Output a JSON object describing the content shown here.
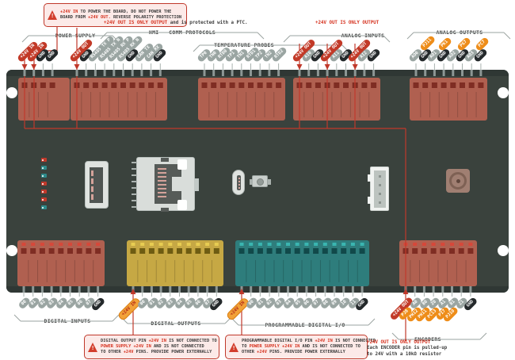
{
  "colors": {
    "pill_red": "#c23a28",
    "pill_dark": "#24292b",
    "pill_gray": "#9aa5a2",
    "pill_orange": "#ee8d19",
    "pill_orange_in_bg": "#f2a238",
    "pill_orange_in_text": "#b32a18",
    "board": "#3a423d",
    "board_edge": "#2f3734",
    "trace_red": "#c0392b",
    "led_red": "#c0392b",
    "led_teal": "#2e8b8b",
    "blocks": {
      "salmon": {
        "body": "#b06050",
        "sq": "#7f2d23",
        "mini": "#d6483a"
      },
      "yellow": {
        "body": "#c6a844",
        "sq": "#6e5c12",
        "mini": "#e7cc52"
      },
      "teal": {
        "body": "#2e7d7c",
        "sq": "#11494a",
        "mini": "#3ab5b0"
      }
    }
  },
  "leds": [
    "red",
    "teal",
    "teal",
    "red",
    "red",
    "red",
    "teal"
  ],
  "notes": {
    "power_warning": {
      "lines": [
        [
          {
            "t": "+24V IN",
            "r": 1
          },
          {
            "t": " TO POWER THE BOARD, DO NOT POWER THE"
          }
        ],
        [
          {
            "t": "BOARD FROM "
          },
          {
            "t": "+24V OUT.",
            "r": 1
          },
          {
            "t": " REVERSE POLARITY PROTECTION"
          }
        ]
      ]
    },
    "ptc_note": {
      "lines": [
        [
          {
            "t": "+24V OUT IS ONLY OUTPUT",
            "r": 1
          },
          {
            "t": " and is protected with a PTC."
          }
        ]
      ]
    },
    "ai_note": {
      "lines": [
        [
          {
            "t": "+24V OUT IS ONLY OUTPUT",
            "r": 1
          }
        ]
      ]
    },
    "do_warning": {
      "lines": [
        [
          {
            "t": "DIGITAL OUTPUT PIN "
          },
          {
            "t": "+24V IN",
            "r": 1
          },
          {
            "t": " IS NOT CONNECTED TO"
          }
        ],
        [
          {
            "t": "POWER SUPPLY +24V IN",
            "r": 1
          },
          {
            "t": " AND IS NOT CONNECTED"
          }
        ],
        [
          {
            "t": "TO OTHER "
          },
          {
            "t": "+24V",
            "r": 1
          },
          {
            "t": " PINS. PROVIDE POWER EXTERNALLY"
          }
        ]
      ]
    },
    "prog_warning": {
      "lines": [
        [
          {
            "t": "PROGRAMMABLE DIGITAL I/O PIN "
          },
          {
            "t": "+24V IN",
            "r": 1
          },
          {
            "t": " IS NOT CONNECTED"
          }
        ],
        [
          {
            "t": "TO "
          },
          {
            "t": "POWER SUPPLY +24V IN",
            "r": 1
          },
          {
            "t": " AND IS NOT CONNECTED TO"
          }
        ],
        [
          {
            "t": "OTHER "
          },
          {
            "t": "+24V",
            "r": 1
          },
          {
            "t": " PINS. PROVIDE POWER EXTERNALLY"
          }
        ]
      ]
    },
    "encoder_note": {
      "lines": [
        [
          {
            "t": "+24V OUT IS ONLY OUTPUT",
            "r": 1
          }
        ],
        [
          {
            "t": "Each ENCODER pin is pulled-up"
          }
        ],
        [
          {
            "t": "to 24V with a 10kΩ resistor"
          }
        ]
      ]
    }
  },
  "sections": [
    {
      "id": "power-supply",
      "label": "POWER SUPPLY",
      "side": "top",
      "pins": [
        {
          "labels": [
            {
              "t": "+24V IN",
              "s": "red"
            }
          ],
          "arrow": true
        },
        {
          "labels": [
            {
              "t": "+24V IN",
              "s": "red"
            }
          ],
          "arrow": true
        },
        {
          "labels": [
            {
              "t": "GND",
              "s": "dark"
            }
          ]
        },
        {
          "labels": [
            {
              "t": "GND",
              "s": "dark"
            }
          ]
        }
      ]
    },
    {
      "id": "hmi-comm-protocols",
      "label": "HMI - COMM PROTOCOLS",
      "side": "top",
      "pins": [
        {
          "labels": [
            {
              "t": "+24V OUT",
              "s": "red"
            }
          ],
          "arrow": true
        },
        {
          "labels": [
            {
              "t": "GND",
              "s": "dark"
            }
          ]
        },
        {
          "labels": [
            {
              "t": "RS485 TX P",
              "s": "gray"
            }
          ]
        },
        {
          "labels": [
            {
              "t": "RS485 TX N",
              "s": "gray"
            }
          ]
        },
        {
          "labels": [
            {
              "t": "RS485 RX P",
              "s": "gray"
            }
          ]
        },
        {
          "labels": [
            {
              "t": "RS485 RX N",
              "s": "gray"
            }
          ]
        },
        {
          "labels": [
            {
              "t": "GND",
              "s": "dark"
            }
          ]
        },
        {
          "labels": [
            {
              "t": "CAN TX",
              "s": "gray"
            }
          ]
        },
        {
          "labels": [
            {
              "t": "CAN RX",
              "s": "gray"
            }
          ]
        },
        {
          "labels": [
            {
              "t": "GND",
              "s": "dark"
            }
          ]
        }
      ]
    },
    {
      "id": "temperature-probes",
      "label": "TEMPERATURE PROBES",
      "side": "top",
      "pins": [
        {
          "labels": [
            {
              "t": "TP0",
              "s": "gray"
            }
          ]
        },
        {
          "labels": [
            {
              "t": "TN0",
              "s": "gray"
            }
          ]
        },
        {
          "labels": [
            {
              "t": "RTD0",
              "s": "gray"
            }
          ]
        },
        {
          "labels": [
            {
              "t": "TP1",
              "s": "gray"
            }
          ]
        },
        {
          "labels": [
            {
              "t": "TN1",
              "s": "gray"
            }
          ]
        },
        {
          "labels": [
            {
              "t": "RTD1",
              "s": "gray"
            }
          ]
        },
        {
          "labels": [
            {
              "t": "TP2",
              "s": "gray"
            }
          ]
        },
        {
          "labels": [
            {
              "t": "TN2",
              "s": "gray"
            }
          ]
        },
        {
          "labels": [
            {
              "t": "RTD2",
              "s": "gray"
            }
          ]
        }
      ]
    },
    {
      "id": "analog-inputs",
      "label": "ANALOG INPUTS",
      "side": "top",
      "pins": [
        {
          "labels": [
            {
              "t": "+24V OUT",
              "s": "red"
            }
          ],
          "arrow": true
        },
        {
          "labels": [
            {
              "t": "AI0",
              "s": "gray"
            }
          ]
        },
        {
          "labels": [
            {
              "t": "GND",
              "s": "dark"
            }
          ]
        },
        {
          "labels": [
            {
              "t": "+24V OUT",
              "s": "red"
            }
          ],
          "arrow": true
        },
        {
          "labels": [
            {
              "t": "AI1",
              "s": "gray"
            }
          ]
        },
        {
          "labels": [
            {
              "t": "GND",
              "s": "dark"
            }
          ]
        },
        {
          "labels": [
            {
              "t": "+24V OUT",
              "s": "red"
            }
          ],
          "arrow": true
        },
        {
          "labels": [
            {
              "t": "AI2",
              "s": "gray"
            }
          ]
        },
        {
          "labels": [
            {
              "t": "GND",
              "s": "dark"
            }
          ]
        }
      ]
    },
    {
      "id": "analog-outputs",
      "label": "ANALOG OUTPUTS",
      "side": "top",
      "pins": [
        {
          "labels": [
            {
              "t": "AO0",
              "s": "gray"
            },
            {
              "t": "PJ11",
              "s": "orange"
            }
          ]
        },
        {
          "labels": [
            {
              "t": "GND",
              "s": "dark"
            }
          ]
        },
        {
          "labels": [
            {
              "t": "AO1",
              "s": "gray"
            },
            {
              "t": "PK1",
              "s": "orange"
            }
          ]
        },
        {
          "labels": [
            {
              "t": "GND",
              "s": "dark"
            }
          ]
        },
        {
          "labels": [
            {
              "t": "AO2",
              "s": "gray"
            },
            {
              "t": "PG7",
              "s": "orange"
            }
          ]
        },
        {
          "labels": [
            {
              "t": "GND",
              "s": "dark"
            }
          ]
        },
        {
          "labels": [
            {
              "t": "AO3",
              "s": "gray"
            },
            {
              "t": "PC7",
              "s": "orange"
            }
          ]
        },
        {
          "labels": [
            {
              "t": "GND",
              "s": "dark"
            }
          ]
        }
      ]
    },
    {
      "id": "digital-inputs",
      "label": "DIGITAL INPUTS",
      "side": "bottom",
      "pins": [
        {
          "labels": [
            {
              "t": "00",
              "s": "gray"
            }
          ]
        },
        {
          "labels": [
            {
              "t": "01",
              "s": "gray"
            }
          ]
        },
        {
          "labels": [
            {
              "t": "02",
              "s": "gray"
            }
          ]
        },
        {
          "labels": [
            {
              "t": "03",
              "s": "gray"
            }
          ]
        },
        {
          "labels": [
            {
              "t": "04",
              "s": "gray"
            }
          ]
        },
        {
          "labels": [
            {
              "t": "05",
              "s": "gray"
            }
          ]
        },
        {
          "labels": [
            {
              "t": "06",
              "s": "gray"
            }
          ]
        },
        {
          "labels": [
            {
              "t": "07",
              "s": "gray"
            }
          ]
        },
        {
          "labels": [
            {
              "t": "GND",
              "s": "dark"
            }
          ]
        }
      ]
    },
    {
      "id": "digital-outputs",
      "label": "DIGITAL OUTPUTS",
      "side": "bottom",
      "pins": [
        {
          "labels": [
            {
              "t": "+24V IN",
              "s": "orange24"
            }
          ],
          "arrow": true
        },
        {
          "labels": [
            {
              "t": "00",
              "s": "gray"
            }
          ]
        },
        {
          "labels": [
            {
              "t": "01",
              "s": "gray"
            }
          ]
        },
        {
          "labels": [
            {
              "t": "02",
              "s": "gray"
            }
          ]
        },
        {
          "labels": [
            {
              "t": "03",
              "s": "gray"
            }
          ]
        },
        {
          "labels": [
            {
              "t": "04",
              "s": "gray"
            }
          ]
        },
        {
          "labels": [
            {
              "t": "05",
              "s": "gray"
            }
          ]
        },
        {
          "labels": [
            {
              "t": "06",
              "s": "gray"
            }
          ]
        },
        {
          "labels": [
            {
              "t": "07",
              "s": "gray"
            }
          ]
        },
        {
          "labels": [
            {
              "t": "GND",
              "s": "dark"
            }
          ]
        }
      ]
    },
    {
      "id": "programmable-digital-io",
      "label": "PROGRAMMABLE DIGITAL I/O",
      "side": "bottom",
      "pins": [
        {
          "labels": [
            {
              "t": "+24V IN",
              "s": "orange24"
            }
          ],
          "arrow": true
        },
        {
          "labels": [
            {
              "t": "00",
              "s": "gray"
            }
          ]
        },
        {
          "labels": [
            {
              "t": "01",
              "s": "gray"
            }
          ]
        },
        {
          "labels": [
            {
              "t": "02",
              "s": "gray"
            }
          ]
        },
        {
          "labels": [
            {
              "t": "03",
              "s": "gray"
            }
          ]
        },
        {
          "labels": [
            {
              "t": "04",
              "s": "gray"
            }
          ]
        },
        {
          "labels": [
            {
              "t": "05",
              "s": "gray"
            }
          ]
        },
        {
          "labels": [
            {
              "t": "06",
              "s": "gray"
            }
          ]
        },
        {
          "labels": [
            {
              "t": "07",
              "s": "gray"
            }
          ]
        },
        {
          "labels": [
            {
              "t": "08",
              "s": "gray"
            }
          ]
        },
        {
          "labels": [
            {
              "t": "09",
              "s": "gray"
            }
          ]
        },
        {
          "labels": [
            {
              "t": "10",
              "s": "gray"
            }
          ]
        },
        {
          "labels": [
            {
              "t": "11",
              "s": "gray"
            }
          ]
        },
        {
          "labels": [
            {
              "t": "GND",
              "s": "dark"
            }
          ]
        }
      ]
    },
    {
      "id": "encoders",
      "label": "ENCODERS",
      "side": "bottom",
      "pins": [
        {
          "labels": [
            {
              "t": "+24V OUT",
              "s": "red"
            }
          ],
          "arrow": true
        },
        {
          "labels": [
            {
              "t": "A0",
              "s": "gray"
            },
            {
              "t": "PJ8",
              "s": "orange"
            }
          ]
        },
        {
          "labels": [
            {
              "t": "B0",
              "s": "gray"
            },
            {
              "t": "PH12",
              "s": "orange"
            }
          ]
        },
        {
          "labels": [
            {
              "t": "Z0",
              "s": "gray"
            },
            {
              "t": "PH11",
              "s": "orange"
            }
          ]
        },
        {
          "labels": [
            {
              "t": "A1",
              "s": "gray"
            },
            {
              "t": "PC13",
              "s": "orange"
            }
          ]
        },
        {
          "labels": [
            {
              "t": "B1",
              "s": "gray"
            },
            {
              "t": "PI7",
              "s": "orange"
            }
          ]
        },
        {
          "labels": [
            {
              "t": "Z1",
              "s": "gray"
            },
            {
              "t": "PJ10",
              "s": "orange"
            }
          ]
        },
        {
          "labels": [
            {
              "t": "GND",
              "s": "dark"
            }
          ]
        }
      ]
    }
  ]
}
